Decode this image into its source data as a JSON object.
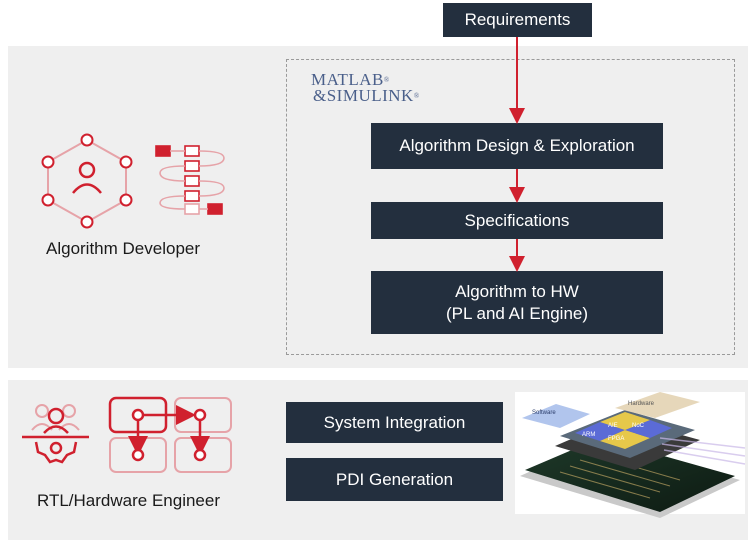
{
  "boxes": {
    "requirements": "Requirements",
    "algorithm_design": "Algorithm Design & Exploration",
    "specifications": "Specifications",
    "algorithm_to_hw": "Algorithm to HW\n(PL and AI Engine)",
    "system_integration": "System Integration",
    "pdi_generation": "PDI Generation"
  },
  "roles": {
    "algorithm_developer": "Algorithm Developer",
    "rtl_engineer": "RTL/Hardware Engineer"
  },
  "logo": {
    "line1": "MATLAB",
    "line2": "&SIMULINK"
  },
  "chip_labels": {
    "hardware": "Hardware",
    "software": "Software",
    "aie": "AIE",
    "noc": "NoC",
    "fpga": "FPGA",
    "arm": "ARM"
  },
  "colors": {
    "accent_red": "#d0202e",
    "box_dark": "#232f3e",
    "panel_gray": "#efefef"
  }
}
